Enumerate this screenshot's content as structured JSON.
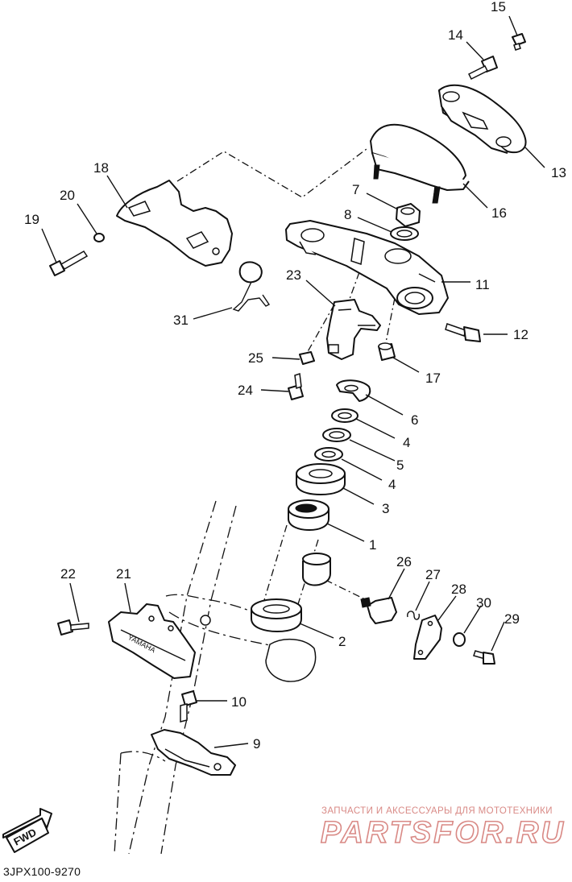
{
  "diagram": {
    "code": "3JPX100-9270",
    "fwd_label": "FWD",
    "brand_mark": "YAMAHA",
    "watermark": {
      "caption": "ЗАПЧАСТИ И АКСЕССУАРЫ ДЛЯ МОТОТЕХНИКИ",
      "logo": "PARTSFOR.RU"
    },
    "callouts": [
      "15",
      "14",
      "13",
      "18",
      "16",
      "7",
      "20",
      "19",
      "8",
      "11",
      "23",
      "31",
      "12",
      "25",
      "17",
      "24",
      "6",
      "4",
      "5",
      "4",
      "3",
      "1",
      "22",
      "21",
      "26",
      "27",
      "28",
      "30",
      "29",
      "2",
      "10",
      "9"
    ]
  }
}
